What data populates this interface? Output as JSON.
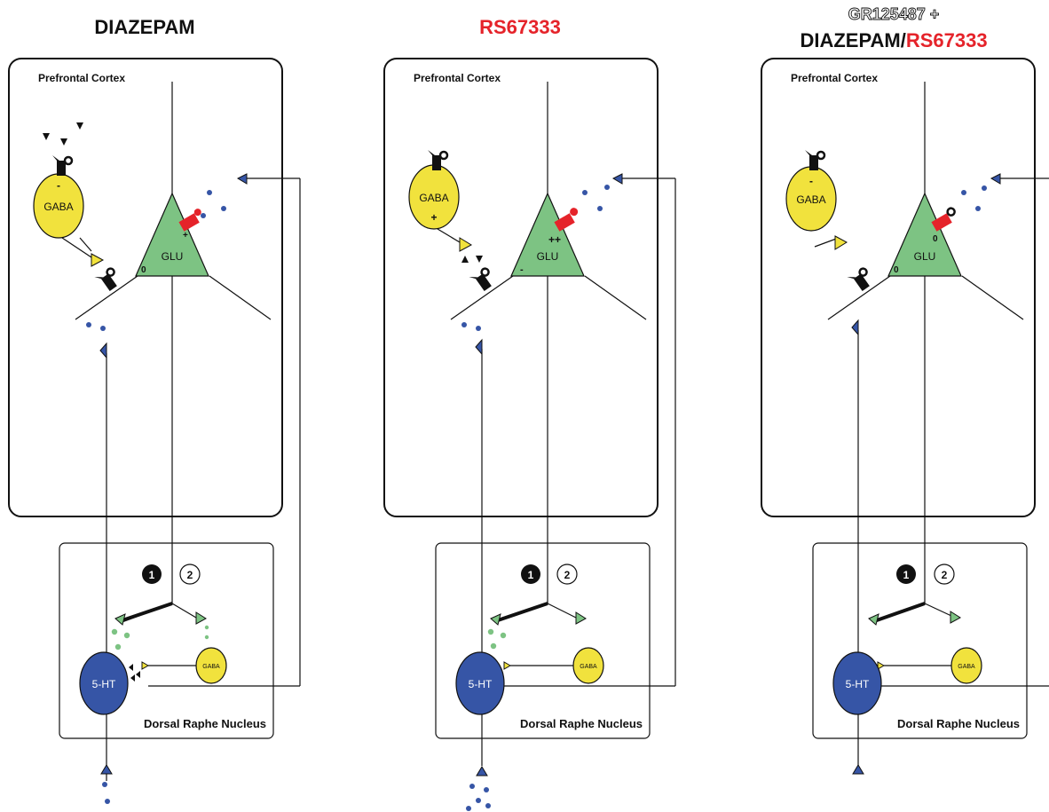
{
  "colors": {
    "glu": "#7dc383",
    "gaba": "#f1e23d",
    "serotonin": "#3655a6",
    "drug": "#e5232a",
    "ink": "#111111"
  },
  "panels": [
    {
      "title": "DIAZEPAM",
      "cortex_label": "Prefrontal Cortex",
      "gaba_label": "GABA",
      "gaba_sign": "-",
      "glu_label": "GLU",
      "glu_sign_left": "0",
      "glu_sign_receptor": "+",
      "badge_1": "1",
      "badge_2": "2",
      "raphe_gaba_label": "GABA",
      "serotonin_label": "5-HT",
      "raphe_label": "Dorsal Raphe Nucleus"
    },
    {
      "title": "RS67333",
      "cortex_label": "Prefrontal Cortex",
      "gaba_label": "GABA",
      "gaba_sign": "+",
      "glu_label": "GLU",
      "glu_sign_left": "-",
      "glu_sign_receptor": "++",
      "badge_1": "1",
      "badge_2": "2",
      "raphe_gaba_label": "GABA",
      "serotonin_label": "5-HT",
      "raphe_label": "Dorsal Raphe Nucleus"
    },
    {
      "title_line1": "GR125487 +",
      "title_line2a": "DIAZEPAM/",
      "title_line2b": "RS67333",
      "cortex_label": "Prefrontal Cortex",
      "gaba_label": "GABA",
      "gaba_sign": "-",
      "glu_label": "GLU",
      "glu_sign_left": "0",
      "glu_sign_receptor": "0",
      "badge_1": "1",
      "badge_2": "2",
      "raphe_gaba_label": "GABA",
      "serotonin_label": "5-HT",
      "raphe_label": "Dorsal Raphe Nucleus"
    }
  ]
}
